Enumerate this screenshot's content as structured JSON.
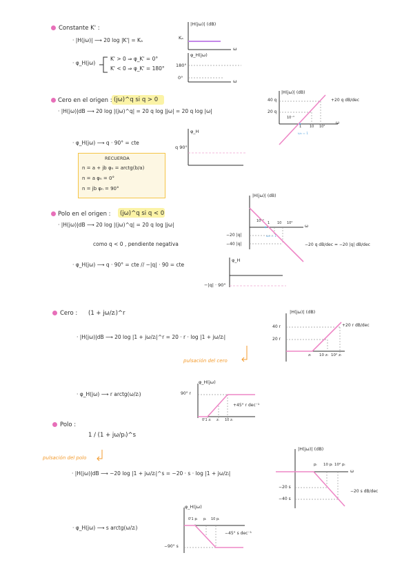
{
  "accent_color": "#e76fb9",
  "sections": {
    "constant": {
      "title": "Constante K' :",
      "mag": "· |H(jω)|   ⟶   20 log |K'| = Kₐ",
      "phase_label": "· φ_H(jω)",
      "phase_case1": "K' > 0   ⇒ φ_K' = 0°",
      "phase_case2": "K' < 0   ⇒ φ_K' = 180°",
      "graph_mag": {
        "ylabel": "|H(jω)| (dB)",
        "level": "Kₐ",
        "xlabel": "ω"
      },
      "graph_phase": {
        "ylabel": "φ_H(jω)",
        "tick_top": "180°",
        "tick_bottom": "0°",
        "xlabel": "ω"
      }
    },
    "zero_origin": {
      "title": "Cero en el origen :",
      "expr": "(jω)^q  si q > 0",
      "mag": "· |H(jω)|dB   ⟶   20 log |(jω)^q| = 20 q log |jω| = 20 q log |ω|",
      "phase": "· φ_H(jω)   ⟶   q · 90° = cte",
      "graph_mag": {
        "ylabel": "|H(jω)| (dB)",
        "y1": "40 q",
        "y2": "20 q",
        "x0": "10⁻¹",
        "x1": "1",
        "x2": "10",
        "x3": "10²",
        "xlabel": "ω",
        "slope": "+20 q dB/dec",
        "note": "ω₀ = 1"
      },
      "graph_phase": {
        "ylabel": "φ_H",
        "level": "q 90°"
      }
    },
    "recuerda": {
      "title": "RECUERDA",
      "lines": [
        "n = a + jb     φₙ = arctg(b/a)",
        "n = a          φₙ = 0°",
        "n = jb         φₙ = 90°"
      ]
    },
    "pole_origin": {
      "title": "Polo en el origen :",
      "expr": "(jω)^q  si q < 0",
      "mag": "· |H(jω)|dB   ⟶   20 log |(jω)^q| = 20 q log |jω|",
      "note": "como  q < 0 ,  pendiente negativa",
      "phase": "· φ_H(jω)   ⟶   q · 90° = cte   //  −|q| · 90 = cte",
      "graph_mag": {
        "ylabel": "|H(jω)| (dB)",
        "y1": "−20 |q|",
        "y2": "−40 |q|",
        "x0": "10⁻¹",
        "x1": "1",
        "x2": "10",
        "x3": "10²",
        "xlabel": "ω",
        "slope": "−20 q dB/dec = −20 |q| dB/dec",
        "note": "ω₀ = 1"
      },
      "graph_phase": {
        "ylabel": "φ_H",
        "level": "−|q| · 90°"
      }
    },
    "zero": {
      "title": "Cero :",
      "expr": "(1 + jω/zᵢ)^r",
      "mag": "· |H(jω)|dB   ⟶   20 log |1 + jω/zᵢ|^r = 20 · r · log |1 + jω/zᵢ|",
      "annotation": "pulsación del cero",
      "phase": "· φ_H(jω)   ⟶   r arctg(ω/zᵢ)",
      "graph_mag": {
        "ylabel": "|H(jω)| (dB)",
        "y1": "40 r",
        "y2": "20 r",
        "x1": "zᵢ",
        "x2": "10 zᵢ",
        "x3": "10² zᵢ",
        "slope": "+20 r dB/dec"
      },
      "graph_phase": {
        "ylabel": "φ_H(jω)",
        "level": "90° r",
        "x1": "0'1 zᵢ",
        "x2": "zᵢ",
        "x3": "10 zᵢ",
        "slope": "+45° r dec⁻¹"
      }
    },
    "pole": {
      "title": "Polo :",
      "expr": "1 / (1 + jω/pᵢ)^s",
      "annotation": "pulsación del polo",
      "mag": "· |H(jω)|dB   ⟶   −20 log |1 + jω/zᵢ|^s = −20 · s · log |1 + jω/zᵢ|",
      "phase": "· φ_H(jω)   ⟶   s arctg(ω/zᵢ)",
      "graph_mag": {
        "ylabel": "|H(jω)| (dB)",
        "x1": "pᵢ",
        "x2": "10 pᵢ",
        "x3": "10² pᵢ",
        "y1": "−20 s",
        "y2": "−40 s",
        "xlabel": "ω",
        "slope": "−20 s dB/dec"
      },
      "graph_phase": {
        "ylabel": "φ_H(jω)",
        "x1": "0'1 pᵢ",
        "x2": "pᵢ",
        "x3": "10 pᵢ",
        "level": "−90° s",
        "slope": "−45° s dec⁻¹"
      }
    }
  }
}
